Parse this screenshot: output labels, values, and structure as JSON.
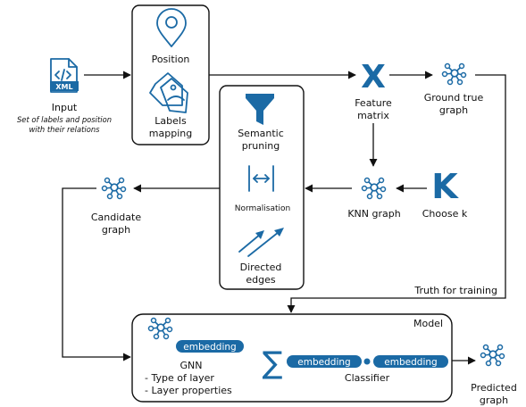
{
  "nodes": {
    "input": {
      "title": "Input",
      "subtitle_1": "Set of labels and position",
      "subtitle_2": "with their relations",
      "file_tag": "XML"
    },
    "position": {
      "label": "Position"
    },
    "labels_mapping": {
      "line_1": "Labels",
      "line_2": "mapping"
    },
    "feature_matrix": {
      "symbol": "X",
      "line_1": "Feature",
      "line_2": "matrix"
    },
    "ground_true_graph": {
      "line_1": "Ground true",
      "line_2": "graph"
    },
    "semantic_pruning": {
      "line_1": "Semantic",
      "line_2": "pruning"
    },
    "normalisation": {
      "label": "Normalisation"
    },
    "directed_edges": {
      "line_1": "Directed",
      "line_2": "edges"
    },
    "knn_graph": {
      "label": "KNN graph"
    },
    "choose_k": {
      "symbol": "K",
      "label": "Choose k"
    },
    "candidate_graph": {
      "line_1": "Candidate",
      "line_2": "graph"
    },
    "truth_for_training": {
      "label": "Truth for training"
    },
    "model": {
      "title": "Model",
      "gnn_embedding": "embedding",
      "gnn_title": "GNN",
      "gnn_items": [
        "Type of layer",
        "Layer properties"
      ],
      "sum_symbol": "∑",
      "classifier_embedding_1": "embedding",
      "classifier_embedding_2": "embedding",
      "classifier_title": "Classifier"
    },
    "predicted_graph": {
      "line_1": "Predicted",
      "line_2": "graph"
    }
  },
  "colors": {
    "accent": "#1b6aa5",
    "line": "#111111"
  },
  "icons": [
    "xml-file-icon",
    "location-pin-icon",
    "tags-icon",
    "funnel-icon",
    "normalise-arrows-icon",
    "directed-edges-icon",
    "graph-icon"
  ]
}
